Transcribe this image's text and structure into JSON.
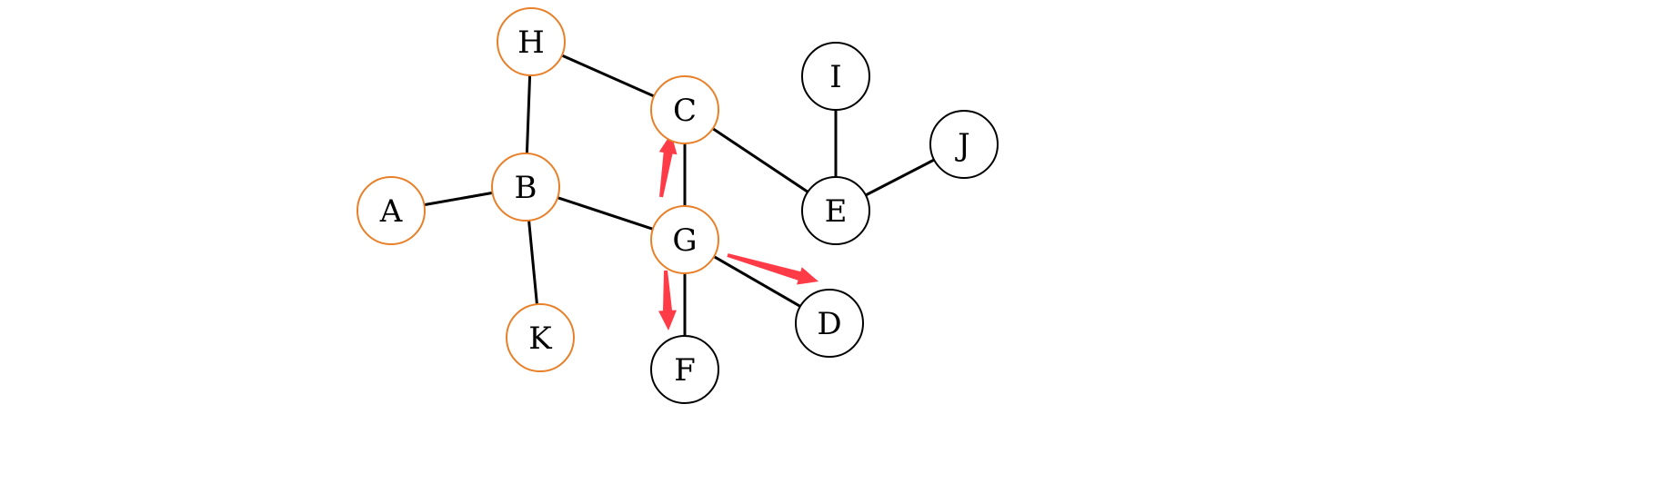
{
  "graph": {
    "colors": {
      "visited_node_stroke": "#e8802a",
      "unvisited_node_stroke": "#000000",
      "edge": "#000000",
      "arrow": "#ff3b47"
    },
    "nodes": [
      {
        "id": "H",
        "label": "H",
        "visited": true
      },
      {
        "id": "C",
        "label": "C",
        "visited": true
      },
      {
        "id": "I",
        "label": "I",
        "visited": false
      },
      {
        "id": "J",
        "label": "J",
        "visited": false
      },
      {
        "id": "A",
        "label": "A",
        "visited": true
      },
      {
        "id": "B",
        "label": "B",
        "visited": true
      },
      {
        "id": "G",
        "label": "G",
        "visited": true
      },
      {
        "id": "E",
        "label": "E",
        "visited": false
      },
      {
        "id": "K",
        "label": "K",
        "visited": true
      },
      {
        "id": "D",
        "label": "D",
        "visited": false
      },
      {
        "id": "F",
        "label": "F",
        "visited": false
      }
    ],
    "edges": [
      {
        "from": "H",
        "to": "C"
      },
      {
        "from": "H",
        "to": "B"
      },
      {
        "from": "C",
        "to": "E"
      },
      {
        "from": "C",
        "to": "G"
      },
      {
        "from": "A",
        "to": "B"
      },
      {
        "from": "B",
        "to": "G"
      },
      {
        "from": "B",
        "to": "K"
      },
      {
        "from": "I",
        "to": "E"
      },
      {
        "from": "E",
        "to": "J"
      },
      {
        "from": "G",
        "to": "D"
      },
      {
        "from": "G",
        "to": "F"
      }
    ],
    "arrows": [
      {
        "from": "G",
        "to": "C"
      },
      {
        "from": "G",
        "to": "D"
      },
      {
        "from": "G",
        "to": "F"
      }
    ]
  }
}
